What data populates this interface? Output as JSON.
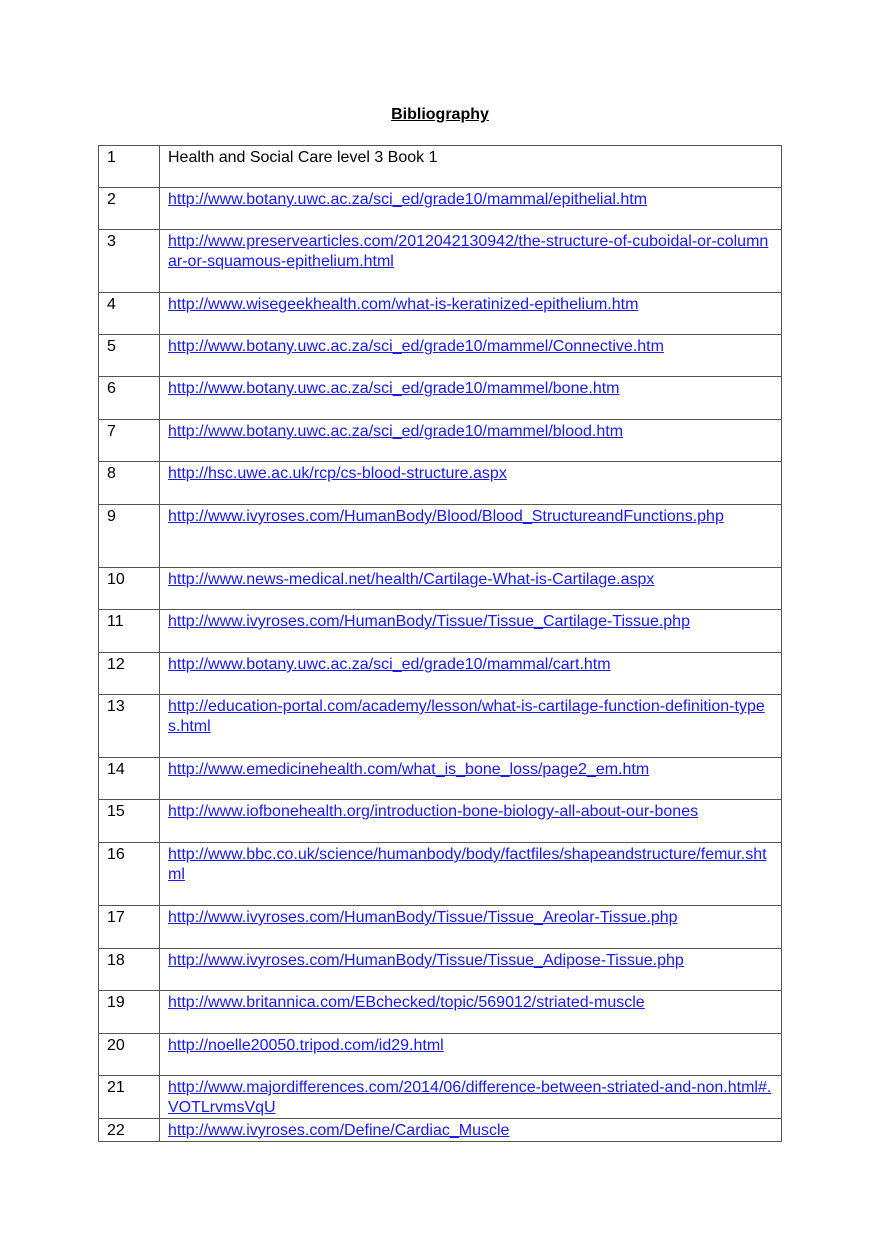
{
  "title": "Bibliography",
  "entries": [
    {
      "num": "1",
      "text": "Health and Social Care level 3 Book 1",
      "is_link": false
    },
    {
      "num": "2",
      "text": "http://www.botany.uwc.ac.za/sci_ed/grade10/mammal/epithelial.htm",
      "is_link": true
    },
    {
      "num": "3",
      "text": "http://www.preservearticles.com/2012042130942/the-structure-of-cuboidal-or-columnar-or-squamous-epithelium.html",
      "is_link": true
    },
    {
      "num": "4",
      "text": "http://www.wisegeekhealth.com/what-is-keratinized-epithelium.htm",
      "is_link": true
    },
    {
      "num": "5",
      "text": "http://www.botany.uwc.ac.za/sci_ed/grade10/mammel/Connective.htm",
      "is_link": true
    },
    {
      "num": "6",
      "text": "http://www.botany.uwc.ac.za/sci_ed/grade10/mammel/bone.htm",
      "is_link": true
    },
    {
      "num": "7",
      "text": "http://www.botany.uwc.ac.za/sci_ed/grade10/mammel/blood.htm",
      "is_link": true
    },
    {
      "num": "8",
      "text": "http://hsc.uwe.ac.uk/rcp/cs-blood-structure.aspx",
      "is_link": true
    },
    {
      "num": "9",
      "text": "http://www.ivyroses.com/HumanBody/Blood/Blood_StructureandFunctions.php",
      "is_link": true
    },
    {
      "num": "10",
      "text": "http://www.news-medical.net/health/Cartilage-What-is-Cartilage.aspx",
      "is_link": true
    },
    {
      "num": "11",
      "text": "http://www.ivyroses.com/HumanBody/Tissue/Tissue_Cartilage-Tissue.php",
      "is_link": true
    },
    {
      "num": "12",
      "text": "http://www.botany.uwc.ac.za/sci_ed/grade10/mammal/cart.htm",
      "is_link": true
    },
    {
      "num": "13",
      "text": "http://education-portal.com/academy/lesson/what-is-cartilage-function-definition-types.html",
      "is_link": true
    },
    {
      "num": "14",
      "text": "http://www.emedicinehealth.com/what_is_bone_loss/page2_em.htm",
      "is_link": true
    },
    {
      "num": "15",
      "text": "http://www.iofbonehealth.org/introduction-bone-biology-all-about-our-bones",
      "is_link": true
    },
    {
      "num": "16",
      "text": "http://www.bbc.co.uk/science/humanbody/body/factfiles/shapeandstructure/femur.shtml",
      "is_link": true
    },
    {
      "num": "17",
      "text": "http://www.ivyroses.com/HumanBody/Tissue/Tissue_Areolar-Tissue.php",
      "is_link": true
    },
    {
      "num": "18",
      "text": "http://www.ivyroses.com/HumanBody/Tissue/Tissue_Adipose-Tissue.php",
      "is_link": true
    },
    {
      "num": "19",
      "text": "http://www.britannica.com/EBchecked/topic/569012/striated-muscle",
      "is_link": true
    },
    {
      "num": "20",
      "text": "http://noelle20050.tripod.com/id29.html",
      "is_link": true
    },
    {
      "num": "21",
      "text": "http://www.majordifferences.com/2014/06/difference-between-striated-and-non.html#.VOTLrvmsVqU",
      "is_link": true
    },
    {
      "num": "22",
      "text": "http://www.ivyroses.com/Define/Cardiac_Muscle",
      "is_link": true
    }
  ],
  "colors": {
    "link": "#1a1aee",
    "border": "#555555",
    "text": "#000000"
  }
}
